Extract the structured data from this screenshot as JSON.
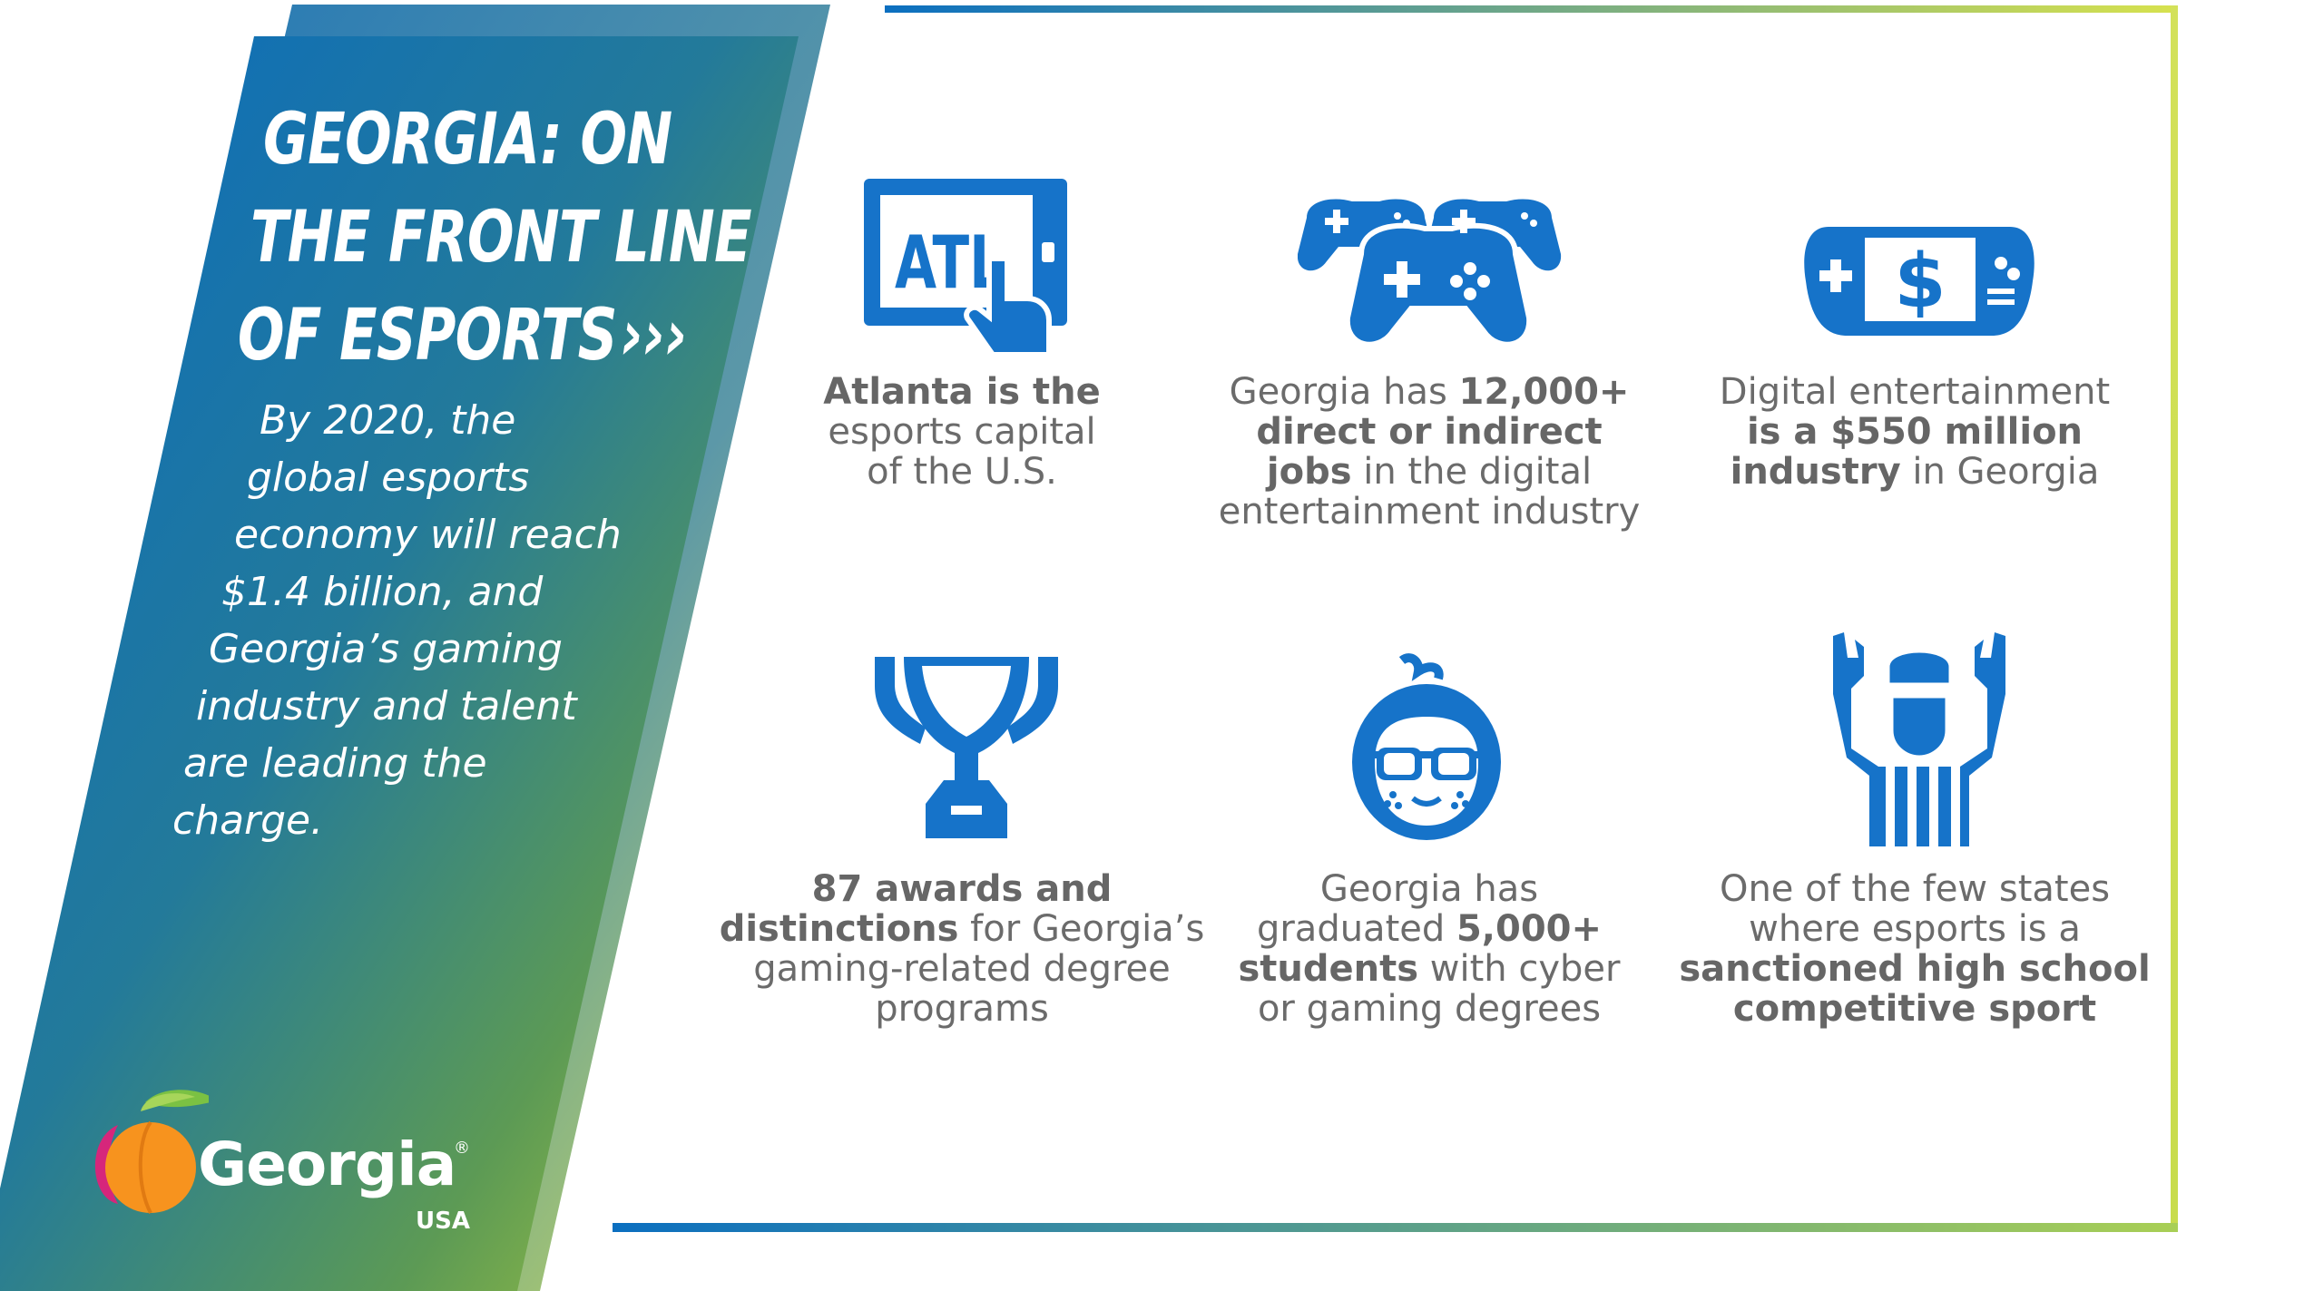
{
  "title": {
    "line1": "GEORGIA: ON",
    "line2": "THE FRONT LINE",
    "line3": "OF ESPORTS",
    "arrows": "›››"
  },
  "intro": {
    "lines": [
      "By 2020, the",
      "global esports",
      "economy will reach",
      "$1.4 billion, and",
      "Georgia’s gaming",
      "industry and talent",
      "are leading the",
      "charge."
    ]
  },
  "logo": {
    "word": "Georgia",
    "reg": "®",
    "sub": "USA"
  },
  "icons": {
    "atl_text": "ATL",
    "dollar": "$"
  },
  "stats": [
    {
      "l1_b": "Atlanta is the",
      "l2": "esports capital",
      "l3": "of the U.S."
    },
    {
      "l1_pre": "Georgia has ",
      "l1_b": "12,000+",
      "l2_b": "direct or indirect",
      "l3_b": "jobs",
      "l3_post": " in the digital",
      "l4": "entertainment industry"
    },
    {
      "l1": "Digital entertainment",
      "l2_b": "is a $550 million",
      "l3_b": "industry",
      "l3_post": " in Georgia"
    },
    {
      "l1_b": "87 awards and",
      "l2_b": "distinctions",
      "l2_post": " for Georgia’s",
      "l3": "gaming-related degree",
      "l4": "programs"
    },
    {
      "l1": "Georgia has",
      "l2_pre": "graduated ",
      "l2_b": "5,000+",
      "l3_b": "students",
      "l3_post": " with cyber",
      "l4": "or gaming degrees"
    },
    {
      "l1": "One of the few states",
      "l2": "where esports is a",
      "l3_b": "sanctioned high school",
      "l4_b": "competitive sport"
    }
  ],
  "colors": {
    "blue": "#0b6fc0",
    "icon_blue": "#1673c9",
    "green": "#8cc63f",
    "lime": "#d4e157",
    "text_gray": "#6b6b6b"
  }
}
